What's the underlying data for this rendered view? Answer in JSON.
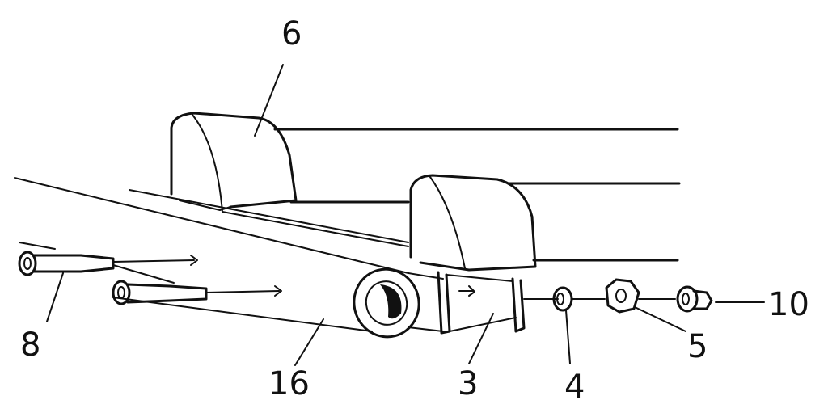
{
  "diagram": {
    "labels": {
      "l6": "6",
      "l8": "8",
      "l16": "16",
      "l3": "3",
      "l4": "4",
      "l5": "5",
      "l10": "10"
    }
  }
}
